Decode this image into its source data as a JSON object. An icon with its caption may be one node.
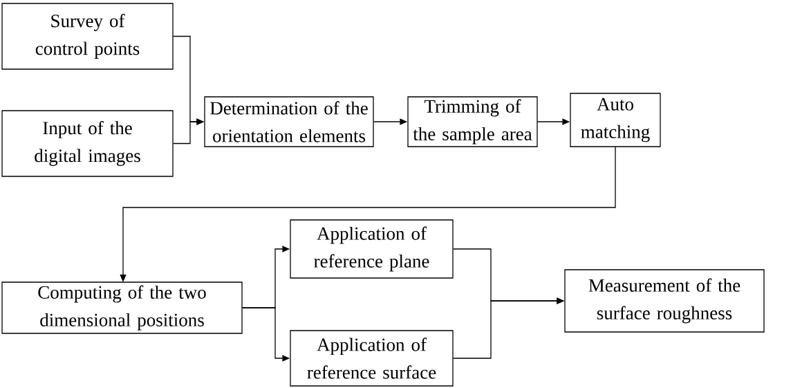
{
  "diagram": {
    "nodes": [
      {
        "text": [
          "Survey of control points"
        ]
      },
      {
        "text": [
          "Input of the digital images"
        ]
      },
      {
        "text": [
          "Determination of the orientation elements"
        ]
      },
      {
        "text": [
          "Trimming of the sample area"
        ]
      },
      {
        "text": [
          "Auto matching"
        ]
      },
      {
        "text": [
          "Computing of the two dimensional positions"
        ]
      },
      {
        "text": [
          "Application of reference plane"
        ]
      },
      {
        "text": [
          "Application of reference surface"
        ]
      },
      {
        "text": [
          "Measurement of the surface roughness"
        ]
      }
    ],
    "edges": [
      {
        "from": 0,
        "to": 2,
        "arrow": "to"
      },
      {
        "from": 1,
        "to": 2,
        "arrow": "to"
      },
      {
        "from": 2,
        "to": 3,
        "arrow": "to"
      },
      {
        "from": 3,
        "to": 4,
        "arrow": "to"
      },
      {
        "from": 4,
        "to": 5,
        "arrow": "to"
      },
      {
        "from": 5,
        "to": 6,
        "arrow": "to"
      },
      {
        "from": 5,
        "to": 7,
        "arrow": "to"
      },
      {
        "from": 6,
        "to": 8,
        "arrow": "to"
      },
      {
        "from": 7,
        "to": 8,
        "arrow": "to"
      }
    ]
  }
}
